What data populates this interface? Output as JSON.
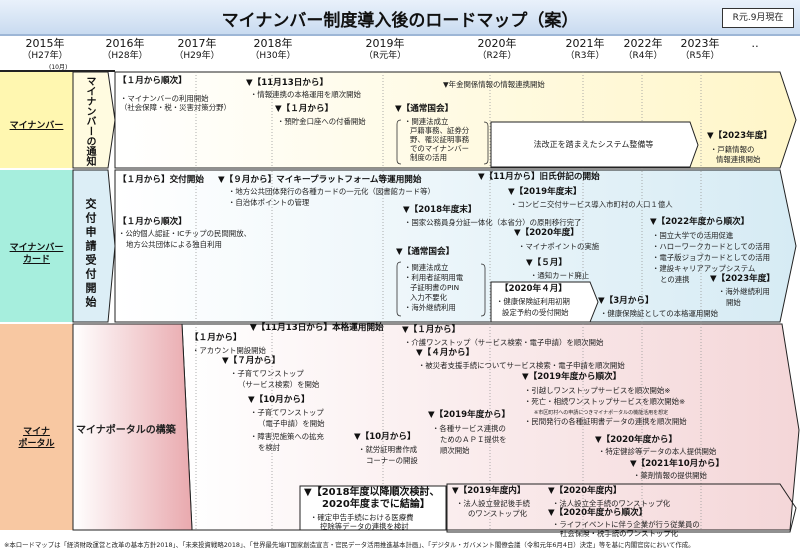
{
  "header": {
    "title": "マイナンバー制度導入後のロードマップ（案）",
    "as_of": "R元.9月現在"
  },
  "years": [
    {
      "year": "2015年",
      "era": "（H27年）",
      "note": "(10月)"
    },
    {
      "year": "2016年",
      "era": "（H28年）"
    },
    {
      "year": "2017年",
      "era": "（H29年）"
    },
    {
      "year": "2018年",
      "era": "（H30年）"
    },
    {
      "year": "2019年",
      "era": "（R元年）"
    },
    {
      "year": "2020年",
      "era": "（R2年）"
    },
    {
      "year": "2021年",
      "era": "（R3年）"
    },
    {
      "year": "2022年",
      "era": "（R4年）"
    },
    {
      "year": "2023年",
      "era": "（R5年）"
    },
    {
      "year": "‥",
      "era": ""
    }
  ],
  "rows": [
    {
      "label": "マイナンバー",
      "sub": "マイナンバーの通知",
      "texts": [
        "【１月から順次】",
        "・マイナンバーの利用開始",
        "（社会保障・税・災害対策分野）",
        "▼【11月13日から】",
        "・情報連携の本格運用を順次開始",
        "▼【１月から】",
        "・預貯金口座への付番開始",
        "▼年金関係情報の情報連携開始",
        "▼【通常国会】",
        "・関連法成立",
        "戸籍事務、証券分",
        "野、罹災証明事務",
        "でのマイナンバー",
        "制度の活用",
        "法改正を踏まえたシステム整備等",
        "▼【2023年度】",
        "・戸籍情報の",
        "情報連携開始"
      ]
    },
    {
      "label": "マイナンバー",
      "label2": "カード",
      "sub": "交付申請受付開始",
      "texts": [
        "【１月から】交付開始",
        "▼【９月から】マイキープラットフォーム等運用開始",
        "・地方公共団体発行の各種カードの一元化（図書館カード等）",
        "・自治体ポイントの管理",
        "【１月から順次】",
        "・公的個人認証・ICチップの民間開放、",
        "地方公共団体による独自利用",
        "▼【11月から】旧氏併記の開始",
        "▼【2019年度末】",
        "・コンビニ交付サービス導入市町村の人口１億人",
        "▼【2018年度末】",
        "・国家公務員身分証一体化（本省分）の原則移行完了",
        "▼【2020年度】",
        "・マイナポイントの実施",
        "▼【５月】",
        "・通知カード廃止",
        "▼【2022年度から順次】",
        "・国立大学での活用促進",
        "・ハローワークカードとしての活用",
        "・電子版ジョブカードとしての活用",
        "・建設キャリアアップシステム",
        "との連携",
        "▼【2023年度】",
        "・海外継続利用",
        "開始",
        "▼【通常国会】",
        "・関連法成立",
        "・利用者証明用電",
        "子証明書のPIN",
        "入力不要化",
        "・海外継続利用",
        "【2020年４月】",
        "・健康保険証利用初期",
        "設定予約の受付開始",
        "▼【3月から】",
        "・健康保険証としての本格運用開始"
      ]
    },
    {
      "label": "マイナ",
      "label2": "ポータル",
      "sub": "マイナポータルの構築",
      "texts": [
        "▼【11月13日から】本格運用開始",
        "▼【１月から】",
        "【１月から】",
        "・アカウント開設開始",
        "▼【７月から】",
        "・子育てワンストップ",
        "（サービス検索）を開始",
        "▼【10月から】",
        "・子育てワンストップ",
        "（電子申請）を開始",
        "・障害児施策への拡充",
        "を検討",
        "・介護ワンストップ（サービス検索・電子申請）を順次開始",
        "▼【４月から】",
        "・被災者支援手続についてサービス検索・電子申請を順次開始",
        "▼【2019年度から順次】",
        "・引越しワンストップサービスを順次開始※",
        "・死亡・相続ワンストップサービスを順次開始※",
        "※市区町村への申請につきマイナポータルの機能活用を想定",
        "・民間発行の各種証明書データの連携を順次開始",
        "▼【2019年度から】",
        "・各種サービス連携の",
        "ためのＡＰＩ提供を",
        "順次開始",
        "▼【10月から】",
        "・就労証明書作成",
        "コーナーの開設",
        "▼【2020年度から】",
        "・特定健診等データの本人提供開始",
        "▼【2021年10月から】",
        "・薬剤情報の提供開始",
        "▼【2018年度以降順次検討、",
        "2020年度までに結論】",
        "・確定申告手続における医療費",
        "控除等データの連携を検討",
        "▼【2019年度内】",
        "・法人設立登記後手続",
        "のワンストップ化",
        "▼【2020年度内】",
        "・法人設立全手続のワンストップ化",
        "▼【2020年度から順次】",
        "・ライフイベントに伴う企業が行う従業員の",
        "社会保険・税手続のワンストップ化"
      ]
    }
  ],
  "footnote": "※本ロードマップは「経済財政運営と改革の基本方針2018」、「未来投資戦略2018」、「世界最先端IT国家創造宣言・官民データ活用推進基本計画」、「デジタル・ガバメント閣僚会議（令和元年6月4日）決定」等を基に内閣官房において作成。",
  "colors": {
    "row1_label": "#fff7b0",
    "row2_label": "#a6eedd",
    "row3_label": "#f8c8a2",
    "row1_fill": "#fffbdc",
    "row2_fill": "#e4f2f8",
    "row3_fill": "#f8e4e4"
  }
}
